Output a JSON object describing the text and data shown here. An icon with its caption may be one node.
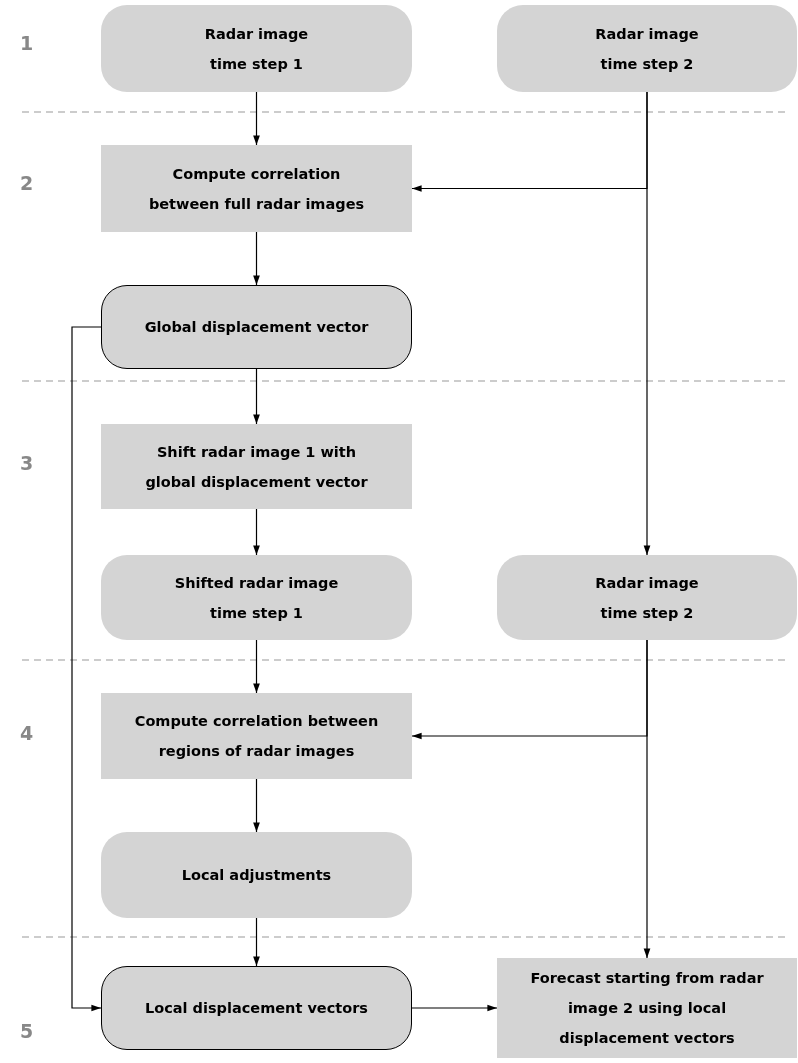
{
  "diagram": {
    "nodes": [
      {
        "text": [
          "Radar image time step 1"
        ]
      },
      {
        "text": [
          "Radar image time step 2"
        ]
      },
      {
        "text": [
          "Compute correlation between full radar images"
        ]
      },
      {
        "text": [
          "Global displacement vector"
        ]
      },
      {
        "text": [
          "Shift radar image 1 with global displacement vector"
        ]
      },
      {
        "text": [
          "Shifted radar image time step 1"
        ]
      },
      {
        "text": [
          "Radar image time step 2"
        ]
      },
      {
        "text": [
          "Compute correlation between regions of radar images"
        ]
      },
      {
        "text": [
          "Local adjustments"
        ]
      },
      {
        "text": [
          "Local displacement vectors"
        ]
      },
      {
        "text": [
          "Forecast starting from radar image 2 using local displacement vectors"
        ]
      }
    ],
    "edges": [
      {
        "from": 0,
        "to": 2,
        "arrow": "to"
      },
      {
        "from": 1,
        "to": 2,
        "arrow": "to"
      },
      {
        "from": 1,
        "to": 6,
        "arrow": "to"
      },
      {
        "from": 2,
        "to": 3,
        "arrow": "to"
      },
      {
        "from": 3,
        "to": 4,
        "arrow": "to"
      },
      {
        "from": 3,
        "to": 9,
        "arrow": "to"
      },
      {
        "from": 4,
        "to": 5,
        "arrow": "to"
      },
      {
        "from": 5,
        "to": 7,
        "arrow": "to"
      },
      {
        "from": 6,
        "to": 7,
        "arrow": "to"
      },
      {
        "from": 6,
        "to": 10,
        "arrow": "to"
      },
      {
        "from": 7,
        "to": 8,
        "arrow": "to"
      },
      {
        "from": 8,
        "to": 9,
        "arrow": "to"
      },
      {
        "from": 9,
        "to": 10,
        "arrow": "to"
      }
    ],
    "labels": [
      "1",
      "2",
      "3",
      "4",
      "5"
    ]
  }
}
